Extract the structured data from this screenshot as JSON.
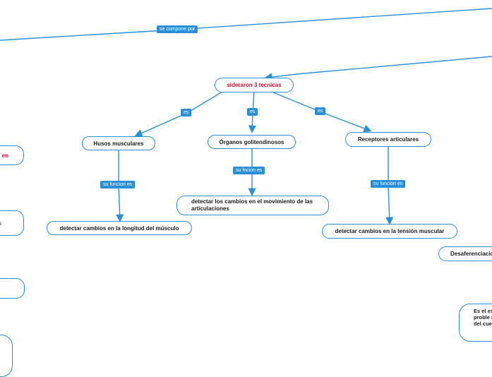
{
  "nodes": {
    "top_topic": "sideraron 3 tecnicas",
    "husos": "Husos musculares",
    "organos": "Órganos golitendinosos",
    "receptores": "Receptores articulares",
    "detectar_longitud": "detectar cambios en la longitud del músculo",
    "detectar_movimiento": "detectar los cambios en el movimiento de las articulaciones",
    "detectar_tension": "detectar cambios en la tensión muscular",
    "desaferenciacion": "Desaferenciacio",
    "left_partial_1": "en",
    "left_partial_2": "s",
    "right_note": "Es el es vivos q proble nervios del cue"
  },
  "labels": {
    "se_compone_por": "se compone por",
    "es_1": "es",
    "es_2": "es",
    "es_3": "es",
    "funcion_husos": "su funcion es",
    "funcion_organos": "su fncion es",
    "funcion_receptores": "su funcion es"
  },
  "colors": {
    "accent": "#2a8fd6",
    "topic_text": "#c4113a"
  }
}
